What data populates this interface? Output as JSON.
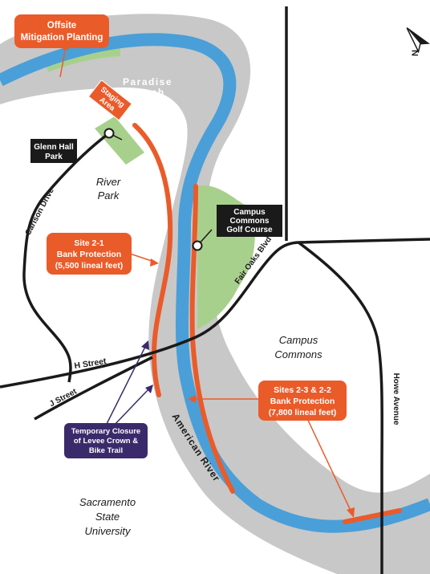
{
  "map": {
    "north_label": "N",
    "colors": {
      "floodplain": "#c8c8c8",
      "river": "#4a9fd8",
      "green_area": "#a8d08d",
      "callout_orange": "#ea5b2a",
      "callout_black": "#1a1a1a",
      "callout_purple": "#3b2a6b",
      "road": "#1a1a1a"
    },
    "callouts": {
      "offsite_1": "Offsite",
      "offsite_2": "Mitigation Planting",
      "staging_1": "Staging",
      "staging_2": "Area",
      "glenn_1": "Glenn Hall",
      "glenn_2": "Park",
      "campus_golf_1": "Campus",
      "campus_golf_2": "Commons",
      "campus_golf_3": "Golf Course",
      "site21_1": "Site 2-1",
      "site21_2": "Bank Protection",
      "site21_3": "(5,500 lineal feet)",
      "site23_1": "Sites 2-3 & 2-2",
      "site23_2": "Bank Protection",
      "site23_3": "(7,800 lineal feet)",
      "closure_1": "Temporary Closure",
      "closure_2": "of Levee Crown &",
      "closure_3": "Bike Trail"
    },
    "labels": {
      "paradise_1": "Paradise",
      "paradise_2": "Beach",
      "river_park_1": "River",
      "river_park_2": "Park",
      "campus_commons_1": "Campus",
      "campus_commons_2": "Commons",
      "sac_1": "Sacramento",
      "sac_2": "State",
      "sac_3": "University",
      "american_river": "American River"
    },
    "roads": {
      "carlson": "Carlson Drive",
      "fair_oaks": "Fair Oaks Blvd",
      "h_street": "H Street",
      "j_street": "J Street",
      "howe": "Howe Avenue"
    }
  }
}
